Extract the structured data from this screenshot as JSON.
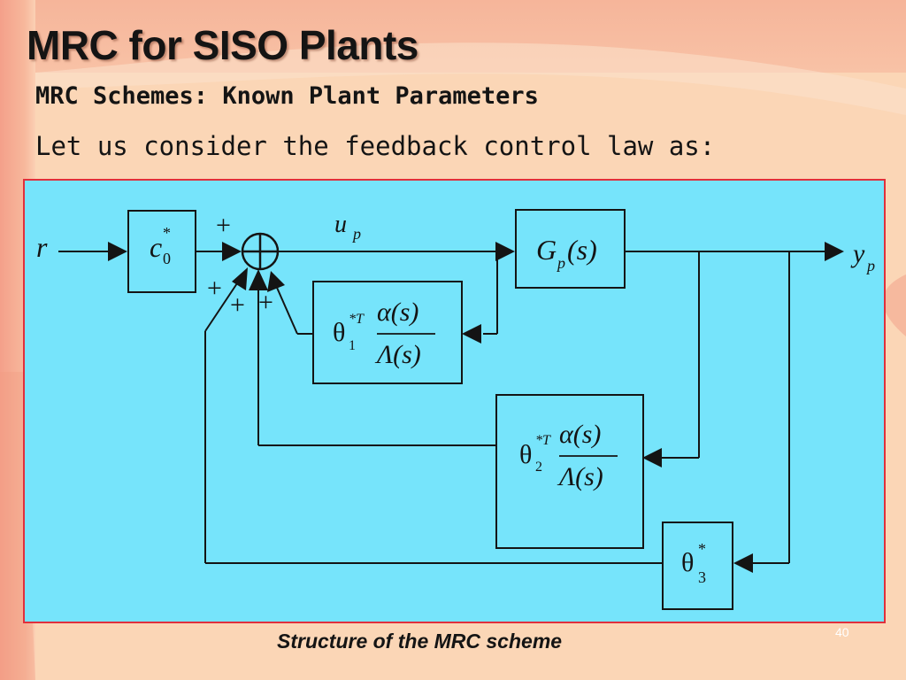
{
  "slide": {
    "title": "MRC for SISO Plants",
    "subtitle": "MRC Schemes: Known Plant Parameters",
    "body_text": "Let us consider the feedback control law as:",
    "caption": "Structure of the MRC scheme",
    "page_number": "40"
  },
  "diagram": {
    "background_color": "#76e4fb",
    "border_color": "#e0303c",
    "signals": {
      "input": "r",
      "control": "u",
      "control_sub": "p",
      "output": "y",
      "output_sub": "p"
    },
    "blocks": {
      "c0": {
        "main": "c",
        "sub": "0",
        "sup": "*"
      },
      "plant": {
        "main": "G",
        "sub": "p",
        "arg": "(s)"
      },
      "theta1": {
        "main": "θ",
        "sub": "1",
        "sup": "*T",
        "num": "α(s)",
        "den": "Λ(s)"
      },
      "theta2": {
        "main": "θ",
        "sub": "2",
        "sup": "*T",
        "num": "α(s)",
        "den": "Λ(s)"
      },
      "theta3": {
        "main": "θ",
        "sub": "3",
        "sup": "*"
      }
    },
    "sum_signs": [
      "+",
      "+",
      "+",
      "+"
    ]
  }
}
